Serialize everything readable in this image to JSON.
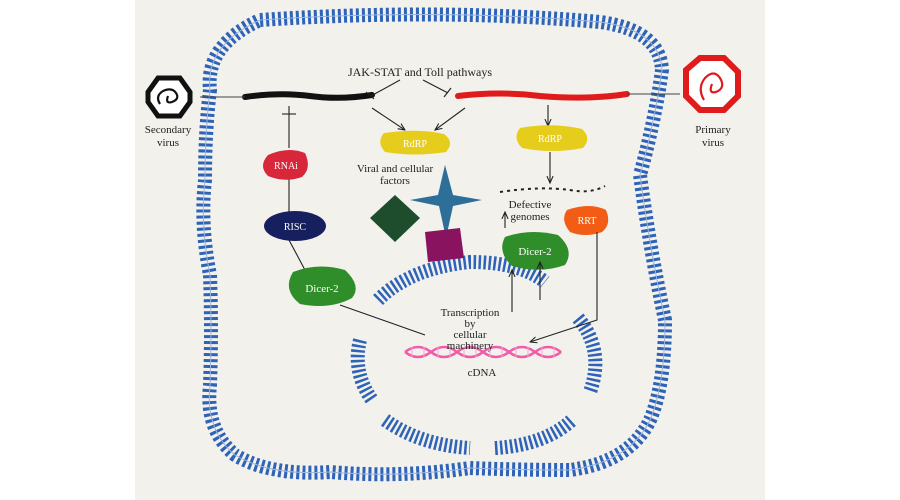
{
  "labels": {
    "pathways": "JAK-STAT and Toll pathways",
    "secondary_virus_line1": "Secondary",
    "secondary_virus_line2": "virus",
    "primary_virus_line1": "Primary",
    "primary_virus_line2": "virus",
    "rdrp_left": "RdRP",
    "rdrp_right": "RdRP",
    "factors_line1": "Viral and cellular",
    "factors_line2": "factors",
    "defective_line1": "Defective",
    "defective_line2": "genomes",
    "rnai": "RNAi",
    "risc": "RISC",
    "rrt": "RRT",
    "dicer_right": "Dicer-2",
    "dicer_left": "Dicer-2",
    "transcription_line1": "Transcription",
    "transcription_line2": "by",
    "transcription_line3": "cellular",
    "transcription_line4": "machinery",
    "cdna": "cDNA"
  },
  "colors": {
    "paper": "#f2f1ec",
    "membrane": "#2e63b8",
    "primary_virus": "#e01b1b",
    "secondary_virus": "#111111",
    "rdrp": "#e7cd1b",
    "rnai": "#d8263a",
    "risc": "#17205e",
    "dicer": "#2f8d2a",
    "rrt": "#f25c14",
    "star": "#2d6f98",
    "green_diamond": "#1d4d2d",
    "purple_square": "#8a1360",
    "cdna": "#f05aa7"
  }
}
